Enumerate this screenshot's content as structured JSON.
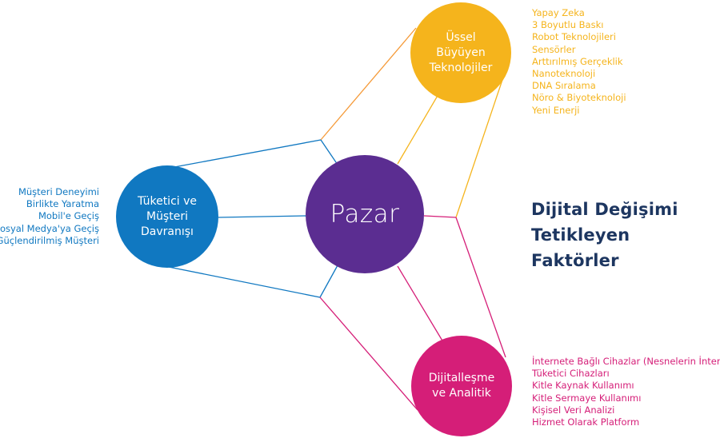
{
  "headline": "Dijital Değişimi\nTetikleyen Faktörler",
  "colors": {
    "center": "#5b2d91",
    "technologies": "#f5b41c",
    "customer": "#1078c1",
    "digital": "#d51e78",
    "headline": "#1d3660"
  },
  "center": {
    "label": "Pazar"
  },
  "technologies": {
    "label": "Üssel\nBüyüyen\nTeknolojiler",
    "items": [
      "Yapay Zeka",
      "3 Boyutlu Baskı",
      "Robot Teknolojileri",
      "Sensörler",
      "Arttırılmış Gerçeklik",
      "Nanoteknoloji",
      "DNA Sıralama",
      "Nöro & Biyoteknoloji",
      "Yeni Enerji"
    ]
  },
  "customer": {
    "label": "Tüketici ve\nMüşteri\nDavranışı",
    "items": [
      "Müşteri Deneyimi",
      "Birlikte Yaratma",
      "Mobil'e Geçiş",
      "Sosyal Medya'ya Geçiş",
      "Güçlendirilmiş Müşteri"
    ]
  },
  "digital": {
    "label": "Dijitalleşme\nve Analitik",
    "items": [
      "İnternete Bağlı Cihazlar (Nesnelerin İnterneti)",
      "Tüketici Cihazları",
      "Kitle Kaynak Kullanımı",
      "Kitle Sermaye Kullanımı",
      "Kişisel Veri Analizi",
      "Hizmet Olarak Platform"
    ]
  }
}
